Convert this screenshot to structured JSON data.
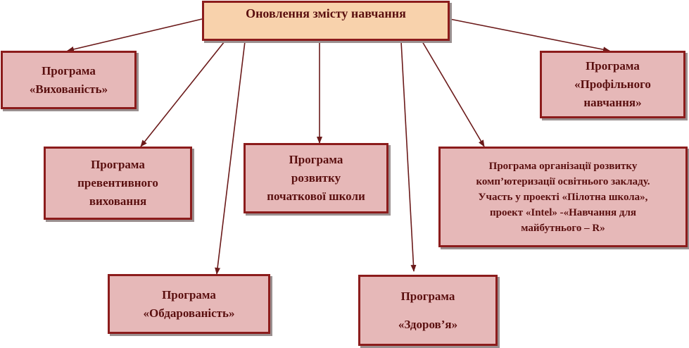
{
  "root": {
    "label": "Оновлення змісту навчання"
  },
  "nodes": {
    "vykhovanist": {
      "lines": [
        "Програма",
        "«Вихованість»"
      ]
    },
    "profilne": {
      "lines": [
        "Програма",
        "«Профільного",
        "навчання»"
      ]
    },
    "preventyvne": {
      "lines": [
        "Програма",
        "превентивного",
        "виховання"
      ]
    },
    "pochatkova": {
      "lines": [
        "Програма",
        "розвитку",
        "початкової школи"
      ]
    },
    "kompiuteryzatsiia": {
      "lines": [
        "Програма організації розвитку",
        "комп’ютеризації освітнього закладу.",
        "Участь у проекті «Пілотна школа»,",
        "проект «Intel» -«Навчання для",
        "майбутнього – R»"
      ]
    },
    "obdarovanist": {
      "lines": [
        "Програма",
        "«Обдарованість»"
      ]
    },
    "zdorovia": {
      "lines": [
        "Програма",
        "«Здоров’я»"
      ]
    }
  },
  "colors": {
    "box_fill": "#e6b8b8",
    "root_fill": "#f8d2ac",
    "border": "#8c1c1c",
    "arrow": "#6b1a1a"
  }
}
